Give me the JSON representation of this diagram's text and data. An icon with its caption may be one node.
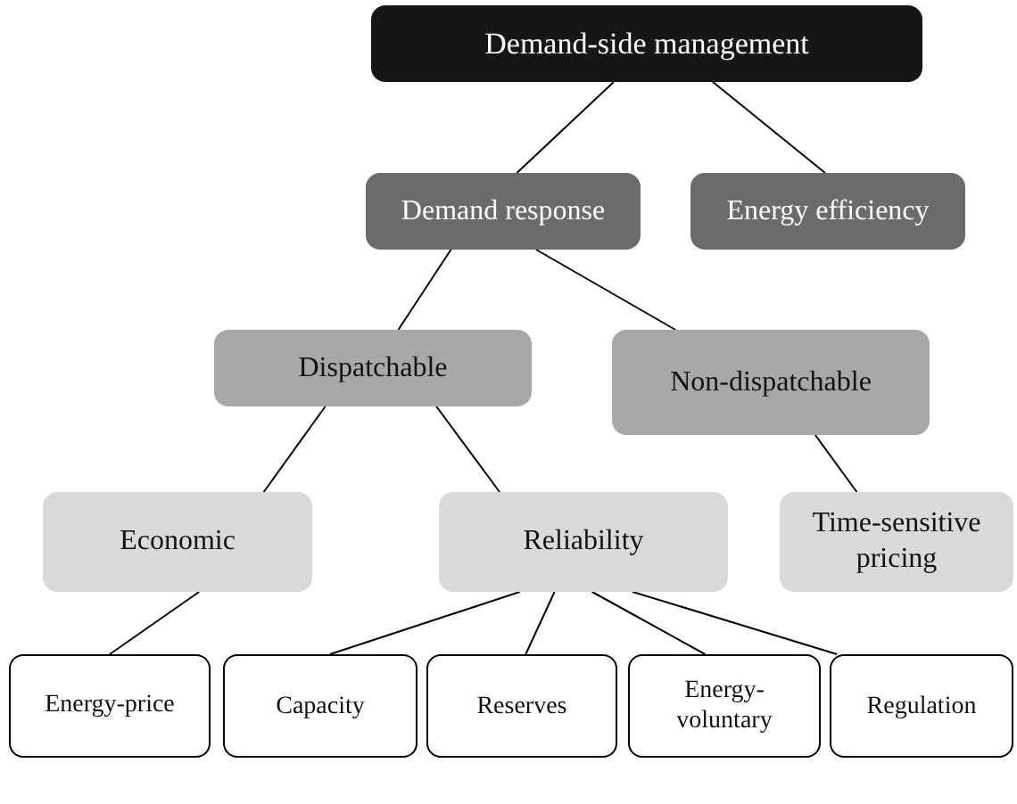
{
  "diagram": {
    "nodes": [
      {
        "text": [
          "Demand-side management"
        ]
      },
      {
        "text": [
          "Demand response"
        ]
      },
      {
        "text": [
          "Energy efficiency"
        ]
      },
      {
        "text": [
          "Dispatchable"
        ]
      },
      {
        "text": [
          "Non-dispatchable"
        ]
      },
      {
        "text": [
          "Economic"
        ]
      },
      {
        "text": [
          "Reliability"
        ]
      },
      {
        "text": [
          "Time-sensitive pricing"
        ]
      },
      {
        "text": [
          "Energy-price"
        ]
      },
      {
        "text": [
          "Capacity"
        ]
      },
      {
        "text": [
          "Reserves"
        ]
      },
      {
        "text": [
          "Energy-voluntary"
        ]
      },
      {
        "text": [
          "Regulation"
        ]
      }
    ],
    "edges": [
      {
        "from": 0,
        "to": 1,
        "arrow": "none"
      },
      {
        "from": 0,
        "to": 2,
        "arrow": "none"
      },
      {
        "from": 1,
        "to": 3,
        "arrow": "none"
      },
      {
        "from": 1,
        "to": 4,
        "arrow": "none"
      },
      {
        "from": 3,
        "to": 5,
        "arrow": "none"
      },
      {
        "from": 3,
        "to": 6,
        "arrow": "none"
      },
      {
        "from": 4,
        "to": 7,
        "arrow": "none"
      },
      {
        "from": 5,
        "to": 8,
        "arrow": "none"
      },
      {
        "from": 6,
        "to": 9,
        "arrow": "none"
      },
      {
        "from": 6,
        "to": 10,
        "arrow": "none"
      },
      {
        "from": 6,
        "to": 11,
        "arrow": "none"
      },
      {
        "from": 6,
        "to": 12,
        "arrow": "none"
      }
    ]
  }
}
